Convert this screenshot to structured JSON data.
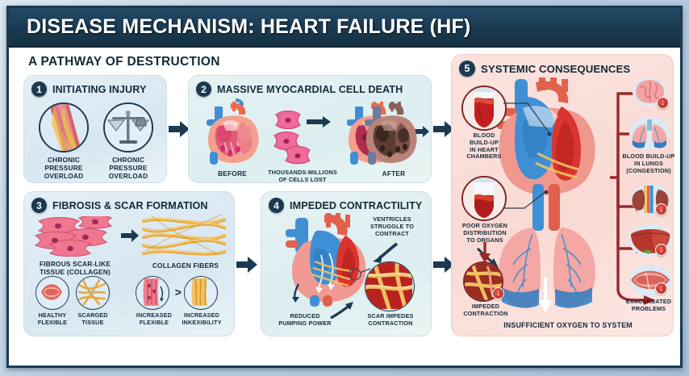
{
  "header": {
    "title": "DISEASE MECHANISM: HEART FAILURE (HF)"
  },
  "subtitle": "A PATHWAY OF DESTRUCTION",
  "colors": {
    "header_navy": "#1b3a52",
    "panel_blue": "#dceaf3",
    "panel_pink": "#fbe3de",
    "arrow_navy": "#1b3a52",
    "arrow_red": "#9b2a2a",
    "badge_red": "#b52b22"
  },
  "steps": [
    {
      "number": "1",
      "title": "INITIATING INJURY",
      "items": [
        {
          "icon": "artery-plaque-icon",
          "label": "CHRONIC\nPRESSURE\nOVERLOAD"
        },
        {
          "icon": "balance-scale-icon",
          "label": "CHRONIC\nPRESSURE\nOVERLOAD"
        }
      ]
    },
    {
      "number": "2",
      "title": "MASSIVE MYOCARDIAL  CELL DEATH",
      "items": [
        {
          "icon": "heart-cross-section-healthy-icon",
          "label": "BEFORE"
        },
        {
          "icon": "dying-myocyte-cells-icon",
          "label": "THOUSANDS-MILLIONS\nOF CELLS LOST"
        },
        {
          "icon": "heart-cross-section-damaged-icon",
          "label": "AFTER"
        }
      ]
    },
    {
      "number": "3",
      "title": "FIBROSIS & SCAR FORMATION",
      "items": [
        {
          "icon": "fibroblast-cells-icon",
          "label": "FIBROUS SCAR-LIKE\nTISSUE (COLLAGEN)"
        },
        {
          "icon": "collagen-fiber-bundle-icon",
          "label": "COLLAGEN FIBERS"
        },
        {
          "icon": "healthy-muscle-icon",
          "label": "HEALTHY\nFLEXIBLE"
        },
        {
          "icon": "scarred-tissue-icon",
          "label": "SCARGED\nTISSUE"
        },
        {
          "icon": "flexible-tissue-icon",
          "label": "INCREASED\nFLEXIBLE"
        },
        {
          "icon": "stiff-tissue-icon",
          "label": "INCREASED\nINKEXIBILITY"
        }
      ],
      "comparator": ">"
    },
    {
      "number": "4",
      "title": "IMPEDED CONTRACTILITY",
      "items": [
        {
          "icon": "failing-heart-icon",
          "label": "VENTRICLES\nSTRUGGLE TO\nCONTRACT"
        },
        {
          "icon": "reduced-output-arrow-icon",
          "label": "REDUCED\nPUMPING POWER"
        },
        {
          "icon": "scar-closeup-icon",
          "label": "SCAR IMPEDES\nCONTRACTION"
        }
      ]
    },
    {
      "number": "5",
      "title": "SYSTEMIC CONSEQUENCES",
      "items": [
        {
          "icon": "blood-vial-full-icon",
          "label": "BLOOD\nBUILD-UP\nIN HEART\nCHAMBERS"
        },
        {
          "icon": "blood-vial-low-icon",
          "label": "POOR OXYGEN\nDISTRIBUTION\nTO ORGANS"
        },
        {
          "icon": "brain-icon",
          "label": ""
        },
        {
          "icon": "lungs-congested-icon",
          "label": "BLOOD BUILD-UP\nIN LUNGS\n(CONGESTION)"
        },
        {
          "icon": "kidneys-icon",
          "label": ""
        },
        {
          "icon": "liver-icon",
          "label": ""
        },
        {
          "icon": "impeded-contraction-icon",
          "label": "IMPEDED\nCONTRACTION"
        },
        {
          "icon": "skeletal-muscle-icon",
          "label": "EXACERBATED\nPROBLEMS"
        }
      ],
      "footer": "INSUFFICIENT OXYGEN TO SYSTEM"
    }
  ]
}
